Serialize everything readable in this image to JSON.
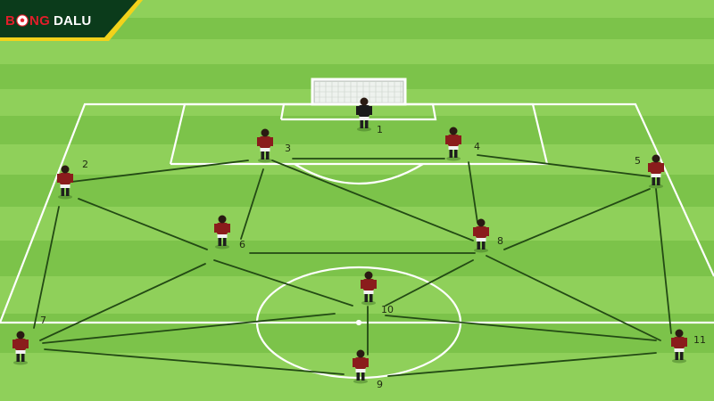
{
  "brand": {
    "part1": "B",
    "part2": "NG",
    "part3": "DALU",
    "ball_icon": "soccer-ball-icon",
    "red": "#e21e2a",
    "yellow": "#f2d21b",
    "dark": "#0b3b1b"
  },
  "pitch": {
    "grass_light": "#8fd05a",
    "grass_dark": "#7cc34a",
    "line_color": "#ffffff",
    "pass_line_color": "#234a14"
  },
  "players": [
    {
      "number": "1",
      "role": "goalkeeper",
      "kit": "#1a1a1a"
    },
    {
      "number": "2",
      "kit": "#8a1c1c"
    },
    {
      "number": "3",
      "kit": "#8a1c1c"
    },
    {
      "number": "4",
      "kit": "#8a1c1c"
    },
    {
      "number": "5",
      "kit": "#8a1c1c"
    },
    {
      "number": "6",
      "kit": "#8a1c1c"
    },
    {
      "number": "7",
      "kit": "#8a1c1c"
    },
    {
      "number": "8",
      "kit": "#8a1c1c"
    },
    {
      "number": "9",
      "kit": "#8a1c1c"
    },
    {
      "number": "10",
      "kit": "#8a1c1c"
    },
    {
      "number": "11",
      "kit": "#8a1c1c"
    }
  ]
}
